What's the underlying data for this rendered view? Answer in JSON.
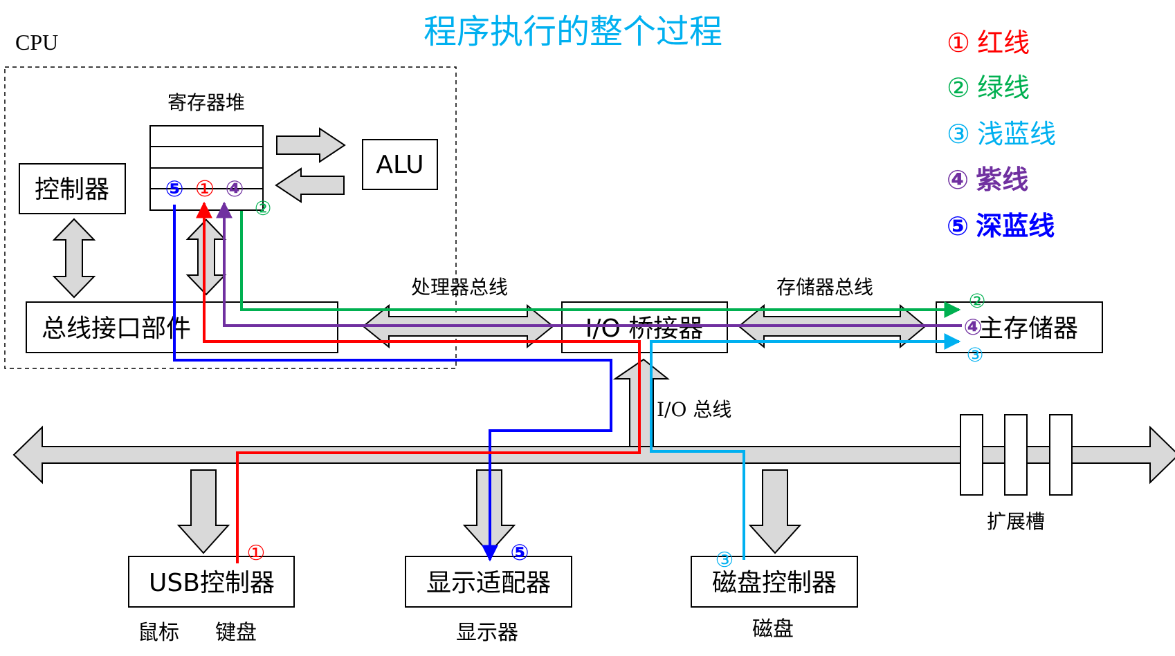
{
  "title": "程序执行的整个过程",
  "cpu_label": "CPU",
  "register_file": {
    "label": "寄存器堆",
    "markers": [
      "⑤",
      "①",
      "④"
    ],
    "green_marker": "②"
  },
  "alu": "ALU",
  "controller": "控制器",
  "bus_interface": "总线接口部件",
  "io_bridge": "I/O 桥接器",
  "main_memory": "主存储器",
  "bus_labels": {
    "processor_bus": "处理器总线",
    "memory_bus": "存储器总线",
    "io_bus": "I/O  总线",
    "expansion_slots": "扩展槽"
  },
  "devices": {
    "usb": {
      "name": "USB控制器",
      "caption_left": "鼠标",
      "caption_right": "键盘",
      "marker": "①"
    },
    "display": {
      "name": "显示适配器",
      "caption": "显示器",
      "marker": "⑤"
    },
    "disk": {
      "name": "磁盘控制器",
      "caption": "磁盘",
      "marker": "③"
    }
  },
  "memory_markers": [
    "②",
    "④",
    "③"
  ],
  "legend": [
    {
      "marker": "①",
      "label": "红线",
      "color": "#ff0000",
      "bold": false
    },
    {
      "marker": "②",
      "label": "绿线",
      "color": "#00b050",
      "bold": false
    },
    {
      "marker": "③",
      "label": "浅蓝线",
      "color": "#00b0f0",
      "bold": false
    },
    {
      "marker": "④",
      "label": "紫线",
      "color": "#7030a0",
      "bold": true
    },
    {
      "marker": "⑤",
      "label": "深蓝线",
      "color": "#0000ff",
      "bold": true
    }
  ],
  "colors": {
    "title": "#00b0f0",
    "red": "#ff0000",
    "green": "#00b050",
    "lightblue": "#00b0f0",
    "purple": "#7030a0",
    "darkblue": "#0000ff",
    "arrow_fill": "#d9d9d9"
  }
}
